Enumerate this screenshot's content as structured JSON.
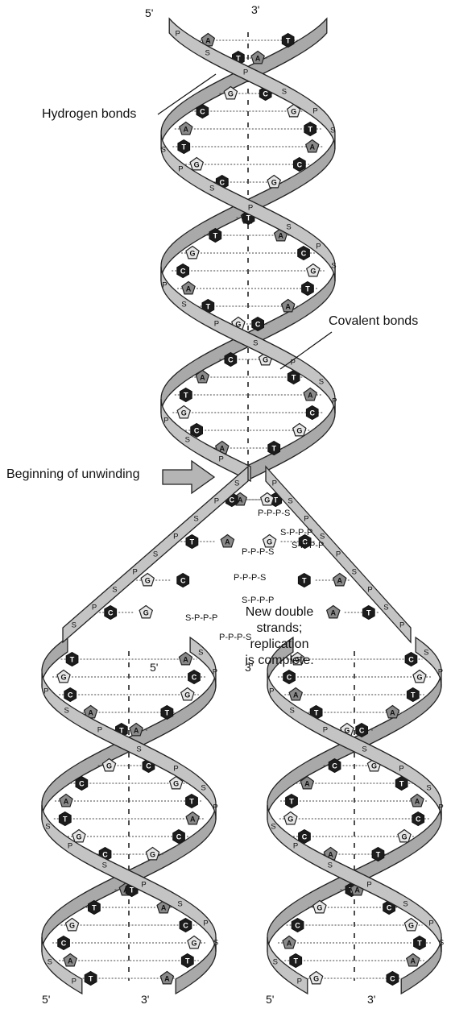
{
  "labels": {
    "hydrogen_bonds": "Hydrogen bonds",
    "covalent_bonds": "Covalent bonds",
    "beginning_unwinding": "Beginning of unwinding",
    "replication_note": [
      "New double",
      "strands;",
      "replication",
      "is complete."
    ]
  },
  "strand_ends": {
    "top_left": "5'",
    "top_right": "3'",
    "middle_left": "5'",
    "middle_right": "3'",
    "bottom_1": "5'",
    "bottom_2": "3'",
    "bottom_3": "5'",
    "bottom_4": "3'"
  },
  "backbone_letters": [
    "S",
    "P"
  ],
  "bases": [
    "A",
    "T",
    "G",
    "C"
  ],
  "free_nucleotide_chains": [
    "P-P-P-S",
    "S-P-P-P",
    "P-P-P-S",
    "S-P-P-P",
    "P-P-P-S",
    "S-P-P-P",
    "S-P-P-P",
    "P-P-P-S"
  ]
}
